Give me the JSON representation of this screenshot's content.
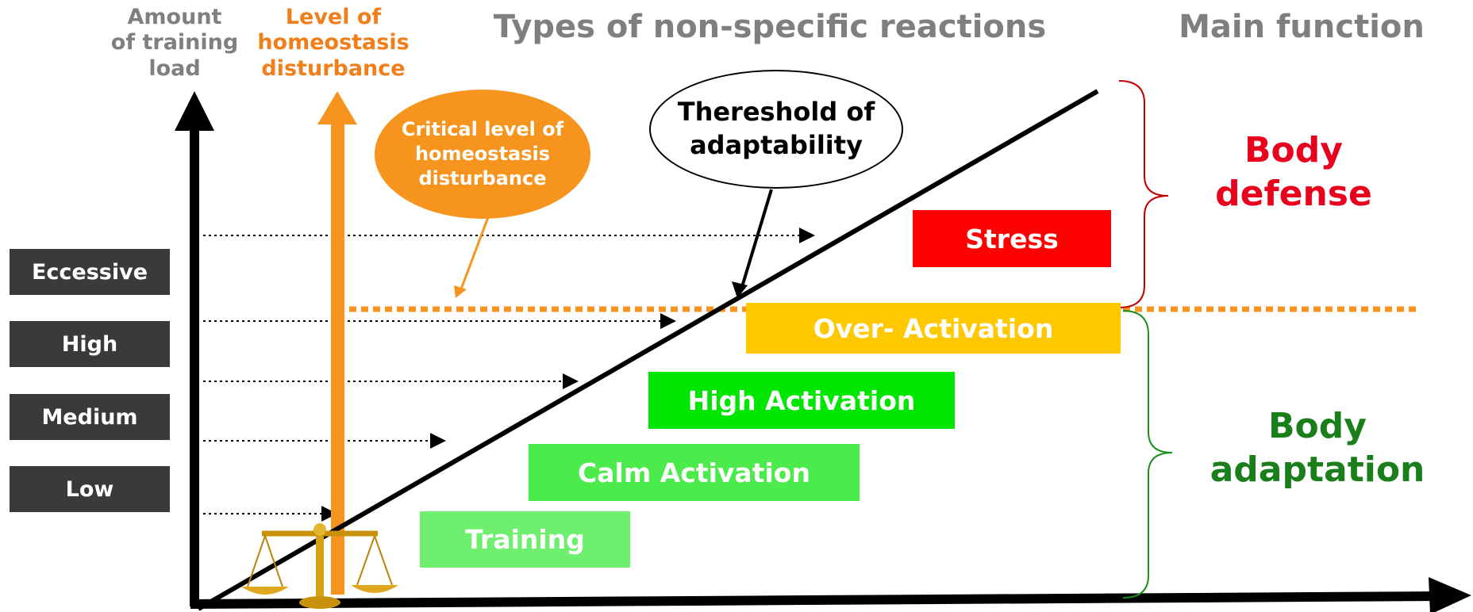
{
  "headers": {
    "amount_of_training_load": [
      "Amount",
      "of training",
      "load"
    ],
    "level_of_homeostasis_disturbance": [
      "Level of",
      "homeostasis",
      "disturbance"
    ],
    "types_of_reactions": "Types of non-specific reactions",
    "main_function": "Main function"
  },
  "load_levels": [
    {
      "label": "Eccessive"
    },
    {
      "label": "High"
    },
    {
      "label": "Medium"
    },
    {
      "label": "Low"
    }
  ],
  "reactions": [
    {
      "label": "Stress",
      "color": "#ff0000"
    },
    {
      "label": "Over- Activation",
      "color": "#ffc800"
    },
    {
      "label": "High Activation",
      "color": "#00e600"
    },
    {
      "label": "Calm Activation",
      "color": "#4ceb4c"
    },
    {
      "label": "Training",
      "color": "#6ef06e"
    }
  ],
  "callouts": {
    "critical_level": [
      "Critical level of",
      "homeostasis",
      "disturbance"
    ],
    "threshold": [
      "Thereshold of",
      "adaptability"
    ]
  },
  "functions": {
    "body_defense": [
      "Body",
      "defense"
    ],
    "body_adaptation": [
      "Body",
      "adaptation"
    ]
  },
  "colors": {
    "orange": "#f7941d",
    "defense_red": "#e8001c",
    "adaptation_green": "#1a7f1a",
    "brace_red": "#c00000",
    "brace_green": "#1a8f1a",
    "level_box": "#3a3a3a"
  },
  "icons": [
    "balance-scale-icon"
  ]
}
